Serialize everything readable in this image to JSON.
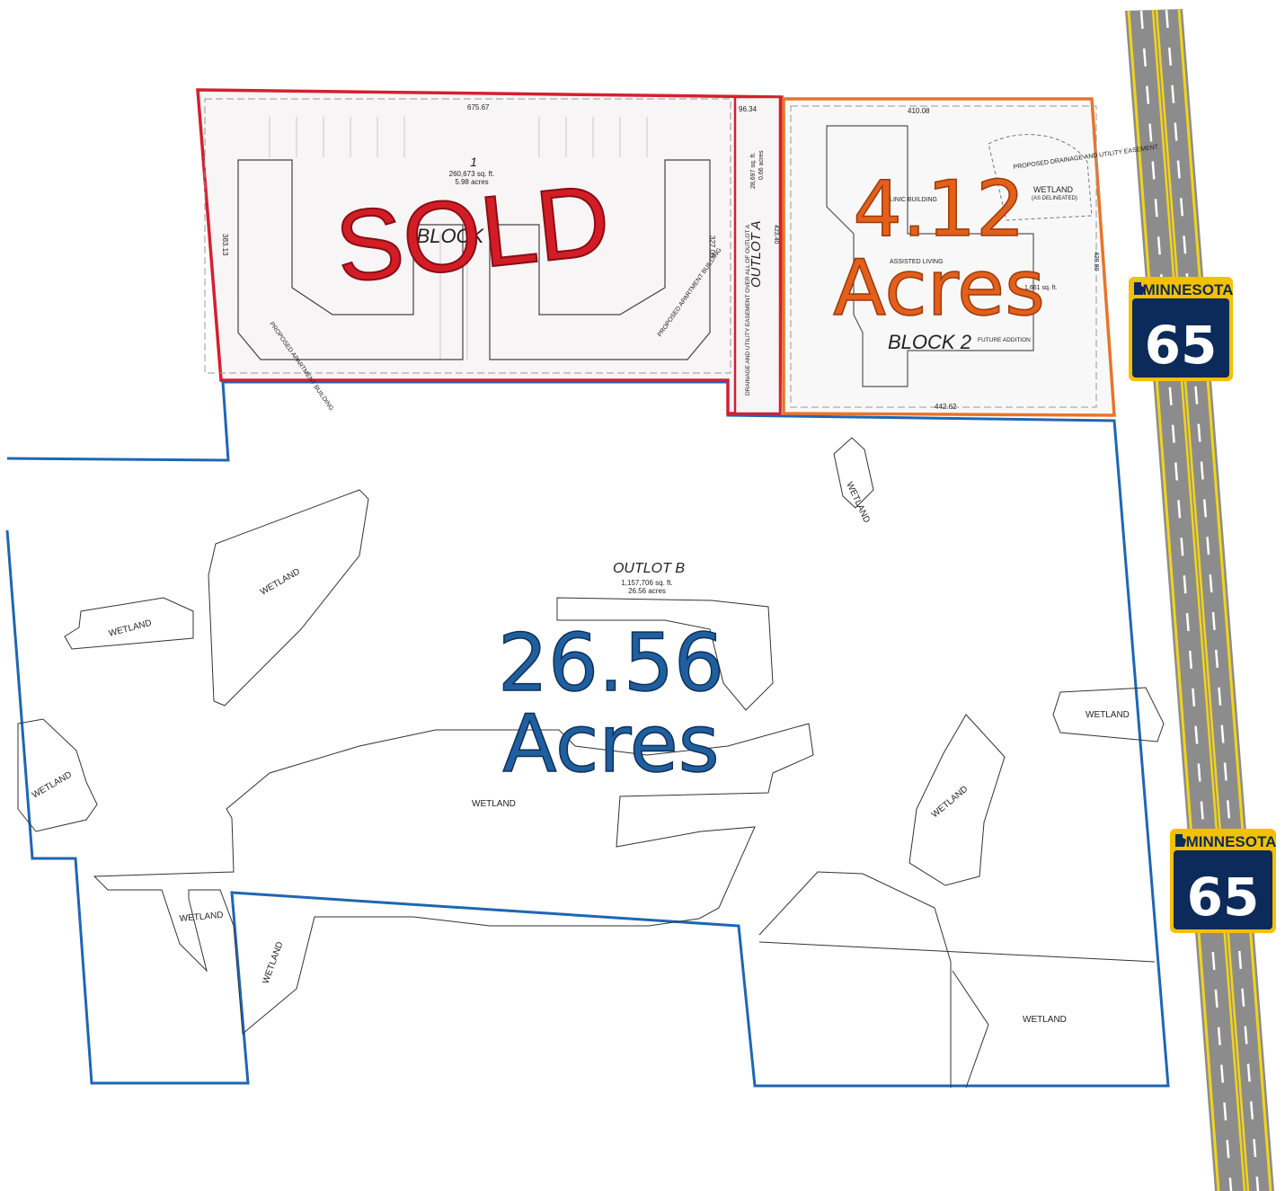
{
  "overlays": {
    "sold": "SOLD",
    "parcel2_acres_num": "4.12",
    "parcel2_acres_unit": "Acres",
    "outlotb_acres_num": "26.56",
    "outlotb_acres_unit": "Acres"
  },
  "block1": {
    "label": "BLOCK 1",
    "lot_number": "1",
    "lot_area_sqft": "260,673 sq. ft.",
    "lot_area_acres": "5.98 acres",
    "building_label_left": "PROPOSED APARTMENT BUILDING",
    "building_label_right": "PROPOSED APARTMENT BUILDING",
    "dim_top": "675.67",
    "dim_left": "383.13",
    "dim_right": "327.06"
  },
  "outlot_a": {
    "label": "OUTLOT A",
    "area_sqft": "28,697 sq. ft.",
    "area_acres": "0.66 acres",
    "easement_note": "DRAINAGE AND UTILITY EASEMENT OVER ALL OF OUTLOT A",
    "dim_top": "96.34",
    "dim_right": "423.40"
  },
  "block2": {
    "label": "BLOCK 2",
    "lot_area_sqft": "1,661 sq. ft.",
    "clinic_label": "CLINIC BUILDING",
    "assisted_label": "ASSISTED LIVING",
    "future_label": "FUTURE ADDITION",
    "easement_label": "PROPOSED DRAINAGE AND UTILITY EASEMENT",
    "wetland_label": "WETLAND",
    "wetland_note": "(AS DELINEATED)",
    "dim_top": "410.08",
    "dim_bottom": "442.62",
    "dim_right": "429.80"
  },
  "outlot_b": {
    "label": "OUTLOT B",
    "area_sqft": "1,157,706 sq. ft.",
    "area_acres": "26.56 acres"
  },
  "wetland_label": "WETLAND",
  "highway": {
    "state": "MINNESOTA",
    "number": "65"
  },
  "colors": {
    "sold_outline": "#d32030",
    "block2_outline": "#e8742c",
    "outlot_b_outline": "#1e66b4",
    "shield_blue": "#0c2a5a",
    "shield_yellow": "#f4c000",
    "road_gray": "#8c8c8c",
    "road_stripe": "#f2d31b"
  }
}
